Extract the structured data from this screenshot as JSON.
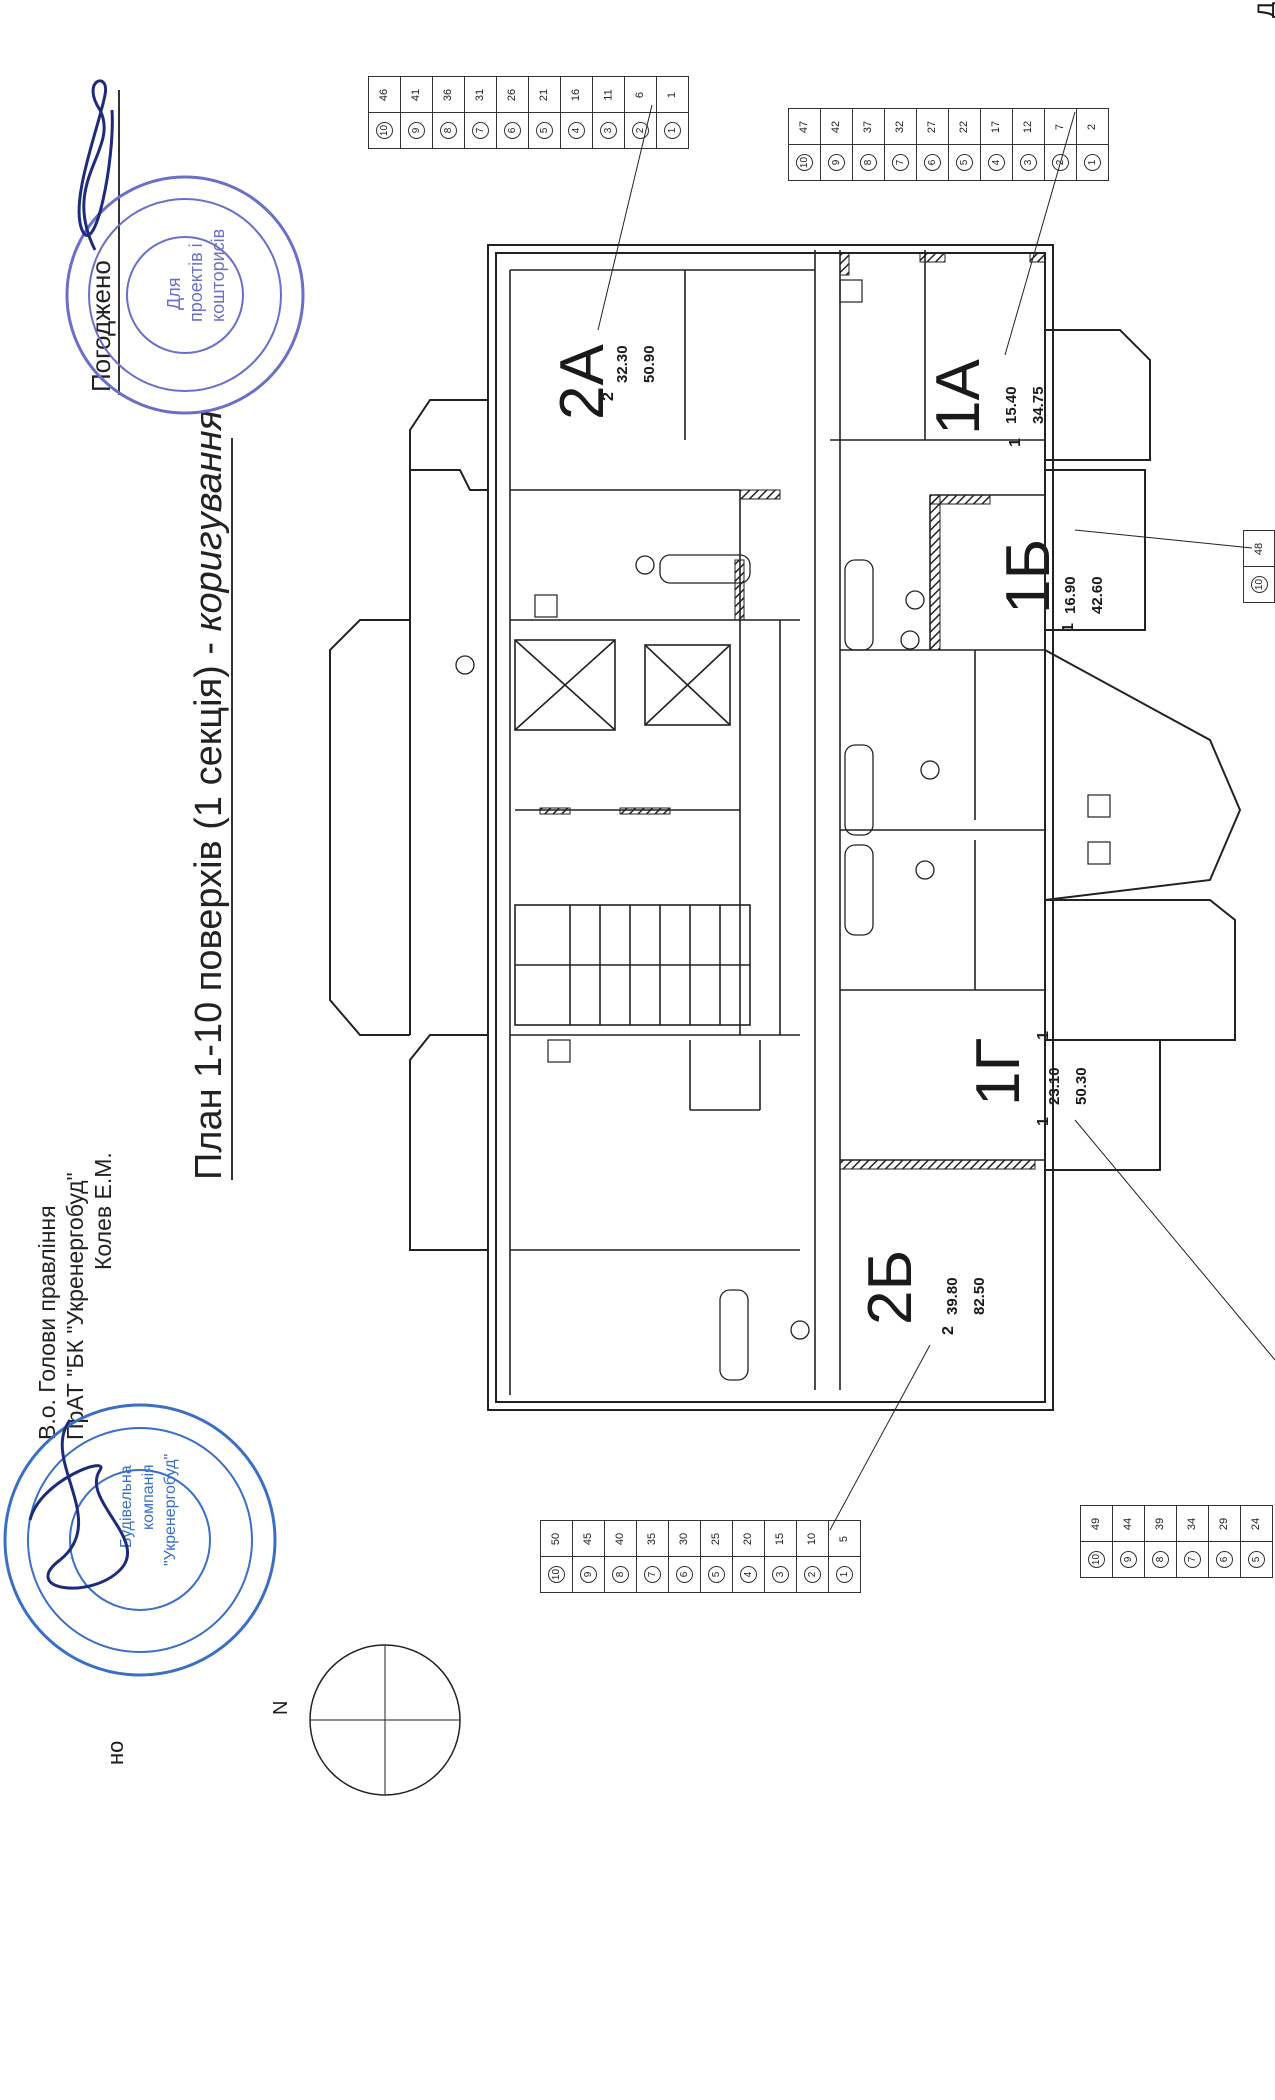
{
  "title": {
    "main": "План 1-10 поверхів (1 секція) - ",
    "italic": "коригування"
  },
  "approval": {
    "label": "Погоджено"
  },
  "signatory": {
    "line1": "В.о. Голови правління",
    "line2": "ПрАТ \"БК \"Укренергобуд\"",
    "line3": "Колев Е.М."
  },
  "compass": {
    "north_label": "N"
  },
  "stamps": {
    "approval_stamp_center": [
      "Для",
      "проектів і",
      "кошторисів"
    ],
    "company_stamp_center": [
      "Будівельна",
      "компанія",
      "\"Укренергобуд\""
    ]
  },
  "apartments": [
    {
      "code": "2А",
      "rooms": "2",
      "living_area": "32.30",
      "total_area": "50.90"
    },
    {
      "code": "1А",
      "rooms": "1",
      "living_area": "15.40",
      "total_area": "34.75"
    },
    {
      "code": "1Б",
      "rooms": "1",
      "living_area": "16.90",
      "total_area": "42.60"
    },
    {
      "code": "1Г",
      "rooms": "1",
      "living_area": "23.10",
      "total_area": "50.30"
    },
    {
      "code": "2Б",
      "rooms": "2",
      "living_area": "39.80",
      "total_area": "82.50"
    }
  ],
  "extra_labels": {
    "single_one": "1"
  },
  "numbering_tables": [
    {
      "floors": [
        "10",
        "9",
        "8",
        "7",
        "6",
        "5",
        "4",
        "3",
        "2",
        "1"
      ],
      "numbers": [
        "46",
        "41",
        "36",
        "31",
        "26",
        "21",
        "16",
        "11",
        "6",
        "1"
      ]
    },
    {
      "floors": [
        "10",
        "9",
        "8",
        "7",
        "6",
        "5",
        "4",
        "3",
        "2",
        "1"
      ],
      "numbers": [
        "47",
        "42",
        "37",
        "32",
        "27",
        "22",
        "17",
        "12",
        "7",
        "2"
      ]
    },
    {
      "floors": [
        "10"
      ],
      "numbers": [
        "48"
      ]
    },
    {
      "floors": [
        "10",
        "9",
        "8",
        "7",
        "6",
        "5",
        "4",
        "3",
        "2",
        "1"
      ],
      "numbers": [
        "50",
        "45",
        "40",
        "35",
        "30",
        "25",
        "20",
        "15",
        "10",
        "5"
      ]
    },
    {
      "floors": [
        "10",
        "9",
        "8",
        "7",
        "6",
        "5"
      ],
      "numbers": [
        "49",
        "44",
        "39",
        "34",
        "29",
        "24"
      ]
    }
  ],
  "edge_marks": {
    "top_right": "Д",
    "left_bottom": "но"
  },
  "colors": {
    "line": "#222222",
    "stamp_blue": "#3a6fc4",
    "stamp_purple": "#6a6fc8",
    "signature": "#1e2b7a"
  }
}
